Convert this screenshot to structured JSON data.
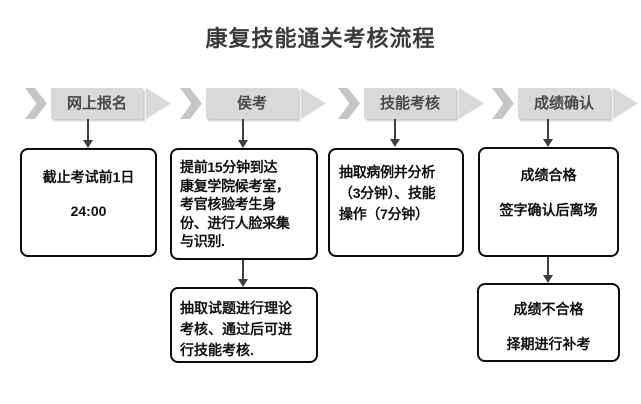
{
  "title": "康复技能通关考核流程",
  "colors": {
    "banner_body": "#d9d9d9",
    "banner_chevron": "#c5c5c5",
    "banner_arrowhead": "#d9d9d9",
    "banner_text": "#4a4a4a",
    "box_border": "#0c0c0c",
    "box_text": "#0f0f0f",
    "connector": "#3f3f3f",
    "title_text": "#3b3b3b",
    "background": "#ffffff"
  },
  "steps": [
    {
      "label": "网上报名",
      "box": {
        "lines": [
          "截止考试前1日",
          "24:00"
        ]
      }
    },
    {
      "label": "侯考",
      "box": {
        "lines": [
          "提前15分钟到达",
          "康复学院候考室，",
          "考官核验考生身",
          "份、进行人脸采集",
          "与识别."
        ]
      },
      "box2": {
        "lines": [
          "抽取试题进行理论",
          "考核、通过后可进",
          "行技能考核."
        ]
      }
    },
    {
      "label": "技能考核",
      "box": {
        "lines": [
          "抽取病例并分析",
          "（3分钟）、技能",
          "操作（7分钟）"
        ]
      }
    },
    {
      "label": "成绩确认",
      "box": {
        "lines": [
          "成绩合格",
          "签字确认后离场"
        ]
      },
      "box2": {
        "lines": [
          "成绩不合格",
          "择期进行补考"
        ]
      }
    }
  ]
}
